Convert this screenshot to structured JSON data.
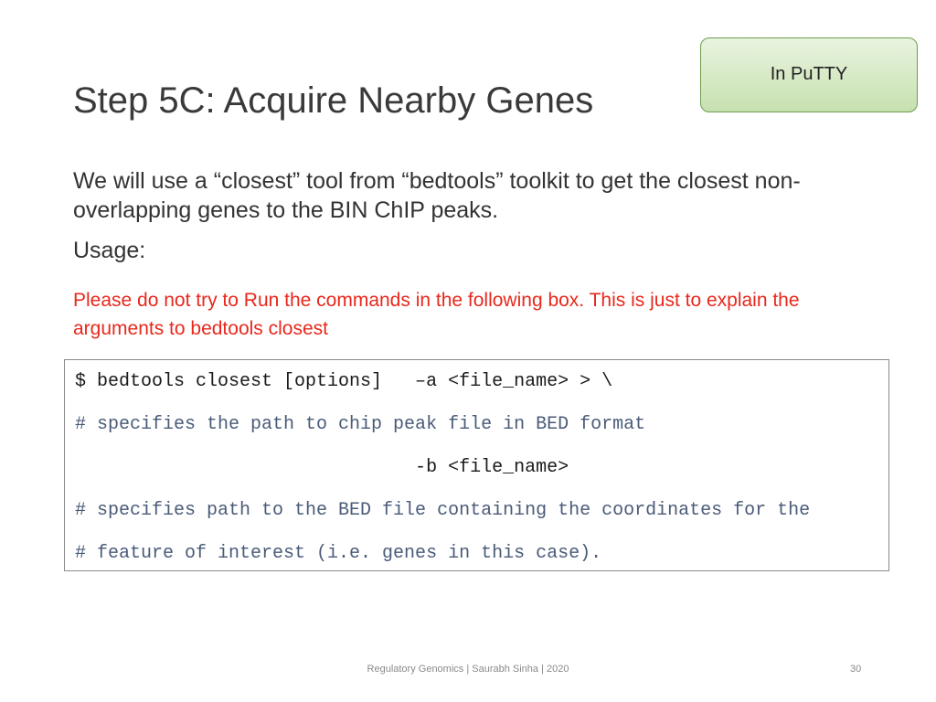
{
  "badge": {
    "label": "In PuTTY"
  },
  "slide": {
    "title": "Step 5C: Acquire Nearby Genes",
    "paragraph": "We will use a “closest” tool from “bedtools” toolkit to get the closest non-overlapping genes to the BIN ChIP peaks.",
    "usage_label": "Usage:",
    "warning": "Please do not try to Run the commands in the following box. This is just to explain the arguments to bedtools closest"
  },
  "code": {
    "lines": [
      "$ bedtools closest [options]   –a <file_name> > \\",
      "# specifies the path to chip peak file in BED format",
      "                               -b <file_name>",
      "# specifies path to the BED file containing the coordinates for the",
      "# feature of interest (i.e. genes in this case)."
    ]
  },
  "footer": {
    "text": "Regulatory Genomics  | Saurabh Sinha | 2020",
    "page_number": "30"
  },
  "colors": {
    "warning": "#e8281c",
    "badge_fill": "#c7e0b0",
    "badge_border": "#6d9d4f",
    "comment": "#4a5b78"
  }
}
